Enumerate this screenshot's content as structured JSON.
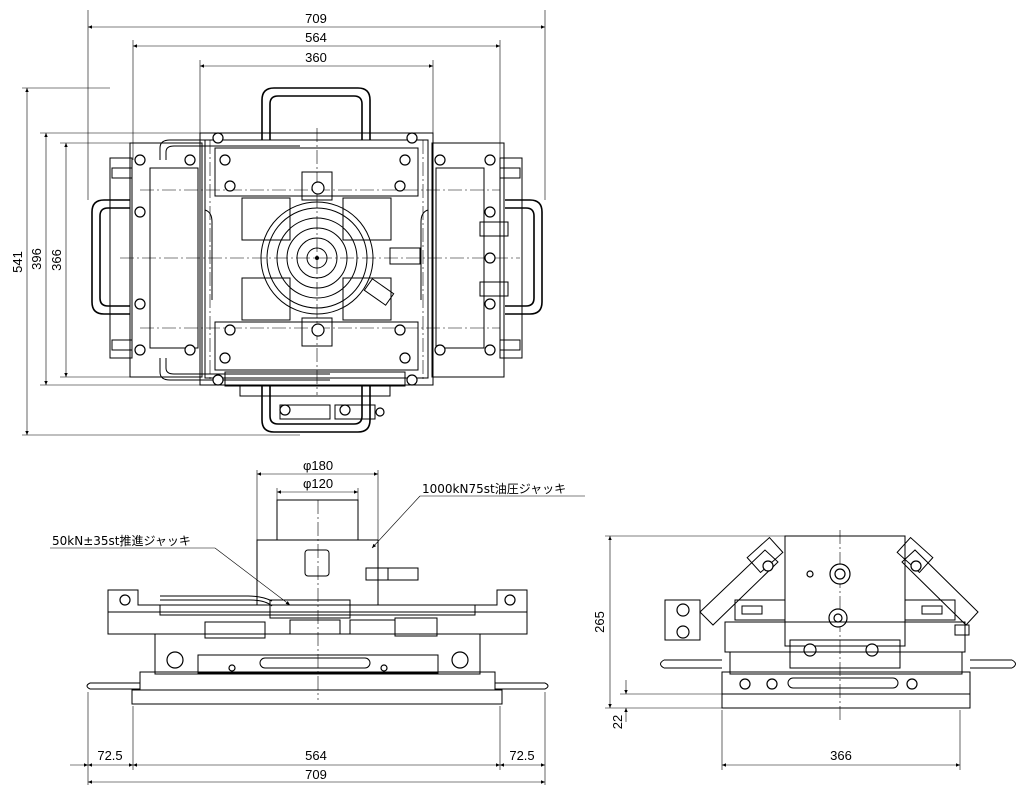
{
  "top_view": {
    "dims": {
      "overall_width": "709",
      "frame_width": "564",
      "inner_width": "360",
      "overall_height": "541",
      "frame_height": "396",
      "inner_height": "366"
    }
  },
  "front_view": {
    "dims": {
      "outer_dia": "φ180",
      "inner_dia": "φ120",
      "left_offset": "72.5",
      "base_width": "564",
      "right_offset": "72.5",
      "overall_width": "709"
    },
    "labels": {
      "main_jack": "1000kN75st油圧ジャッキ",
      "push_jack": "50kN±35st推進ジャッキ"
    }
  },
  "side_view": {
    "dims": {
      "height": "265",
      "base_height": "22",
      "width": "366"
    }
  }
}
